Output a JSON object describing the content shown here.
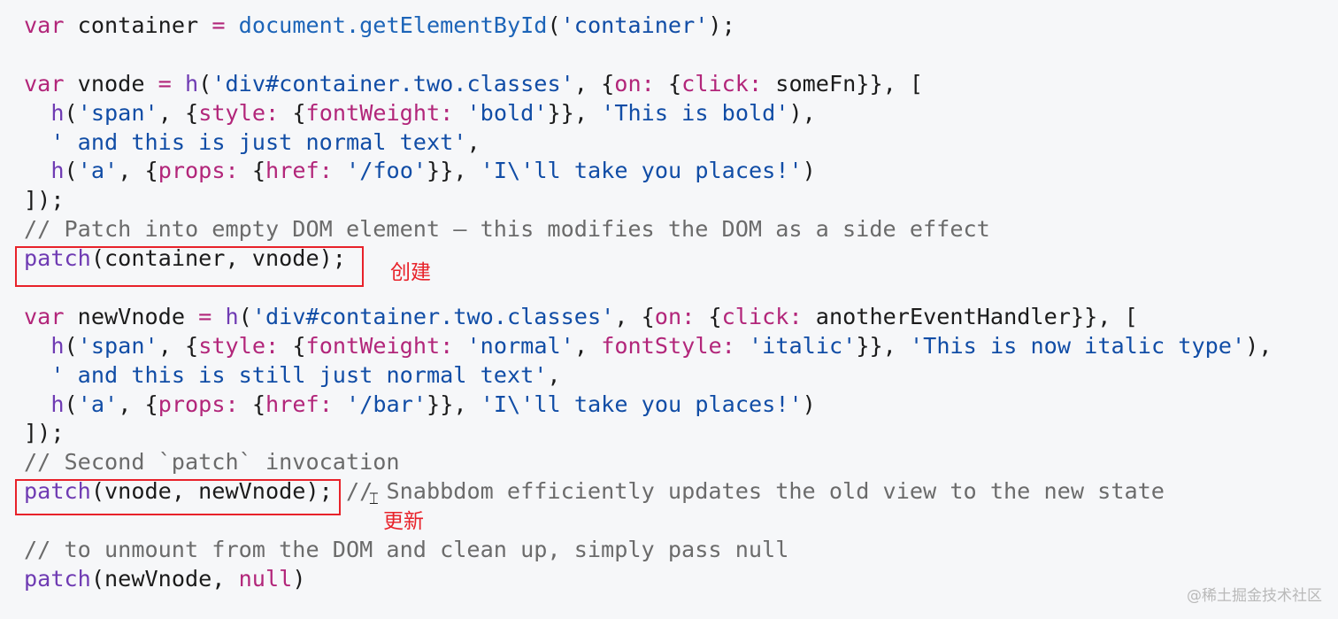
{
  "colors": {
    "keyword": "#b2267a",
    "function": "#6f3bb3",
    "string": "#114da6",
    "comment": "#6b6b6b",
    "annotation_red": "#e8222a",
    "background": "#f6f7f9"
  },
  "code_lines": [
    [
      [
        "var",
        "t-kw"
      ],
      [
        " container ",
        "t-txt"
      ],
      [
        "=",
        "t-op"
      ],
      [
        " ",
        "t-txt"
      ],
      [
        "document.getElementById",
        "t-prop"
      ],
      [
        "(",
        "t-txt"
      ],
      [
        "'container'",
        "t-str"
      ],
      [
        ");",
        "t-txt"
      ]
    ],
    [],
    [
      [
        "var",
        "t-kw"
      ],
      [
        " vnode ",
        "t-txt"
      ],
      [
        "=",
        "t-op"
      ],
      [
        " ",
        "t-txt"
      ],
      [
        "h",
        "t-fn"
      ],
      [
        "(",
        "t-txt"
      ],
      [
        "'div#container.two.classes'",
        "t-str"
      ],
      [
        ", {",
        "t-txt"
      ],
      [
        "on:",
        "t-key"
      ],
      [
        " {",
        "t-txt"
      ],
      [
        "click:",
        "t-key"
      ],
      [
        " someFn}}, [",
        "t-txt"
      ]
    ],
    [
      [
        "  ",
        "t-txt"
      ],
      [
        "h",
        "t-fn"
      ],
      [
        "(",
        "t-txt"
      ],
      [
        "'span'",
        "t-str"
      ],
      [
        ", {",
        "t-txt"
      ],
      [
        "style:",
        "t-key"
      ],
      [
        " {",
        "t-txt"
      ],
      [
        "fontWeight:",
        "t-key"
      ],
      [
        " ",
        "t-txt"
      ],
      [
        "'bold'",
        "t-str"
      ],
      [
        "}}, ",
        "t-txt"
      ],
      [
        "'This is bold'",
        "t-str"
      ],
      [
        "),",
        "t-txt"
      ]
    ],
    [
      [
        "  ",
        "t-txt"
      ],
      [
        "' and this is just normal text'",
        "t-str"
      ],
      [
        ",",
        "t-txt"
      ]
    ],
    [
      [
        "  ",
        "t-txt"
      ],
      [
        "h",
        "t-fn"
      ],
      [
        "(",
        "t-txt"
      ],
      [
        "'a'",
        "t-str"
      ],
      [
        ", {",
        "t-txt"
      ],
      [
        "props:",
        "t-key"
      ],
      [
        " {",
        "t-txt"
      ],
      [
        "href:",
        "t-key"
      ],
      [
        " ",
        "t-txt"
      ],
      [
        "'/foo'",
        "t-str"
      ],
      [
        "}}, ",
        "t-txt"
      ],
      [
        "'I\\'ll take you places!'",
        "t-str"
      ],
      [
        ")",
        "t-txt"
      ]
    ],
    [
      [
        "]);",
        "t-txt"
      ]
    ],
    [
      [
        "// Patch into empty DOM element – this modifies the DOM as a side effect",
        "t-cm"
      ]
    ],
    [
      [
        "patch",
        "t-fn"
      ],
      [
        "(container, vnode);",
        "t-txt"
      ]
    ],
    [],
    [
      [
        "var",
        "t-kw"
      ],
      [
        " newVnode ",
        "t-txt"
      ],
      [
        "=",
        "t-op"
      ],
      [
        " ",
        "t-txt"
      ],
      [
        "h",
        "t-fn"
      ],
      [
        "(",
        "t-txt"
      ],
      [
        "'div#container.two.classes'",
        "t-str"
      ],
      [
        ", {",
        "t-txt"
      ],
      [
        "on:",
        "t-key"
      ],
      [
        " {",
        "t-txt"
      ],
      [
        "click:",
        "t-key"
      ],
      [
        " anotherEventHandler}}, [",
        "t-txt"
      ]
    ],
    [
      [
        "  ",
        "t-txt"
      ],
      [
        "h",
        "t-fn"
      ],
      [
        "(",
        "t-txt"
      ],
      [
        "'span'",
        "t-str"
      ],
      [
        ", {",
        "t-txt"
      ],
      [
        "style:",
        "t-key"
      ],
      [
        " {",
        "t-txt"
      ],
      [
        "fontWeight:",
        "t-key"
      ],
      [
        " ",
        "t-txt"
      ],
      [
        "'normal'",
        "t-str"
      ],
      [
        ", ",
        "t-txt"
      ],
      [
        "fontStyle:",
        "t-key"
      ],
      [
        " ",
        "t-txt"
      ],
      [
        "'italic'",
        "t-str"
      ],
      [
        "}}, ",
        "t-txt"
      ],
      [
        "'This is now italic type'",
        "t-str"
      ],
      [
        "),",
        "t-txt"
      ]
    ],
    [
      [
        "  ",
        "t-txt"
      ],
      [
        "' and this is still just normal text'",
        "t-str"
      ],
      [
        ",",
        "t-txt"
      ]
    ],
    [
      [
        "  ",
        "t-txt"
      ],
      [
        "h",
        "t-fn"
      ],
      [
        "(",
        "t-txt"
      ],
      [
        "'a'",
        "t-str"
      ],
      [
        ", {",
        "t-txt"
      ],
      [
        "props:",
        "t-key"
      ],
      [
        " {",
        "t-txt"
      ],
      [
        "href:",
        "t-key"
      ],
      [
        " ",
        "t-txt"
      ],
      [
        "'/bar'",
        "t-str"
      ],
      [
        "}}, ",
        "t-txt"
      ],
      [
        "'I\\'ll take you places!'",
        "t-str"
      ],
      [
        ")",
        "t-txt"
      ]
    ],
    [
      [
        "]);",
        "t-txt"
      ]
    ],
    [
      [
        "// Second `patch` invocation",
        "t-cm"
      ]
    ],
    [
      [
        "patch",
        "t-fn"
      ],
      [
        "(vnode, newVnode);",
        "t-txt"
      ],
      [
        " // Snabbdom efficiently updates the old view to the new state",
        "t-cm"
      ]
    ],
    [],
    [
      [
        "// to unmount from the DOM and clean up, simply pass null",
        "t-cm"
      ]
    ],
    [
      [
        "patch",
        "t-fn"
      ],
      [
        "(newVnode, ",
        "t-txt"
      ],
      [
        "null",
        "t-kw"
      ],
      [
        ")",
        "t-txt"
      ]
    ]
  ],
  "annotations": {
    "create_label": "创建",
    "update_label": "更新"
  },
  "watermark": "@稀土掘金技术社区"
}
